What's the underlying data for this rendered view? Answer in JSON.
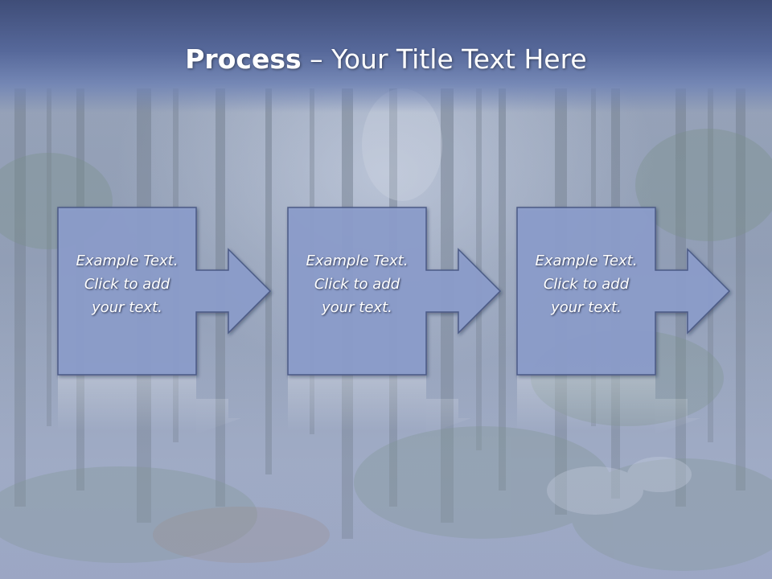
{
  "title": {
    "bold": "Process",
    "rest": " – Your Title Text Here"
  },
  "steps": [
    {
      "lines": [
        "Example Text.",
        "Click  to add",
        "your text."
      ]
    },
    {
      "lines": [
        "Example Text.",
        "Click  to add",
        "your text."
      ]
    },
    {
      "lines": [
        "Example Text.",
        "Click  to add",
        "your text."
      ]
    }
  ],
  "colors": {
    "title_band": "#4a5b8a",
    "box_fill": "#8c9dcc",
    "box_stroke": "#4b5a86",
    "text": "#ffffff"
  }
}
